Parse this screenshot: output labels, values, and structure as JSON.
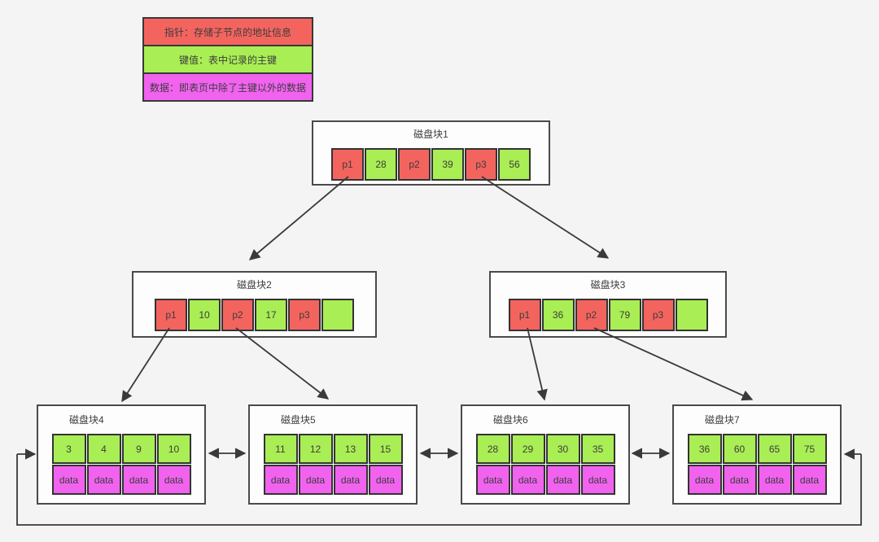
{
  "diagram": {
    "type": "b-plus-tree-index",
    "colors": {
      "pointer_cell": "#f4645f",
      "key_cell": "#a9ee54",
      "data_cell": "#f163ef",
      "box_background": "#fdfdfd",
      "canvas_background": "#f4f4f4",
      "line": "#3a3a3a"
    }
  },
  "legend": {
    "items": [
      {
        "name": "pointer",
        "label": "指针：存储子节点的地址信息",
        "color": "#f4645f"
      },
      {
        "name": "key",
        "label": "键值：表中记录的主键",
        "color": "#a9ee54"
      },
      {
        "name": "data",
        "label": "数据：即表页中除了主键以外的数据",
        "color": "#f163ef"
      }
    ]
  },
  "internal_nodes": [
    {
      "title": "磁盘块1",
      "cells": [
        "p1",
        "28",
        "p2",
        "39",
        "p3",
        "56"
      ]
    },
    {
      "title": "磁盘块2",
      "cells": [
        "p1",
        "10",
        "p2",
        "17",
        "p3",
        ""
      ]
    },
    {
      "title": "磁盘块3",
      "cells": [
        "p1",
        "36",
        "p2",
        "79",
        "p3",
        ""
      ]
    }
  ],
  "leaf_nodes": [
    {
      "title": "磁盘块4",
      "keys": [
        "3",
        "4",
        "9",
        "10"
      ],
      "data": [
        "data",
        "data",
        "data",
        "data"
      ]
    },
    {
      "title": "磁盘块5",
      "keys": [
        "11",
        "12",
        "13",
        "15"
      ],
      "data": [
        "data",
        "data",
        "data",
        "data"
      ]
    },
    {
      "title": "磁盘块6",
      "keys": [
        "28",
        "29",
        "30",
        "35"
      ],
      "data": [
        "data",
        "data",
        "data",
        "data"
      ]
    },
    {
      "title": "磁盘块7",
      "keys": [
        "36",
        "60",
        "65",
        "75"
      ],
      "data": [
        "data",
        "data",
        "data",
        "data"
      ]
    }
  ]
}
